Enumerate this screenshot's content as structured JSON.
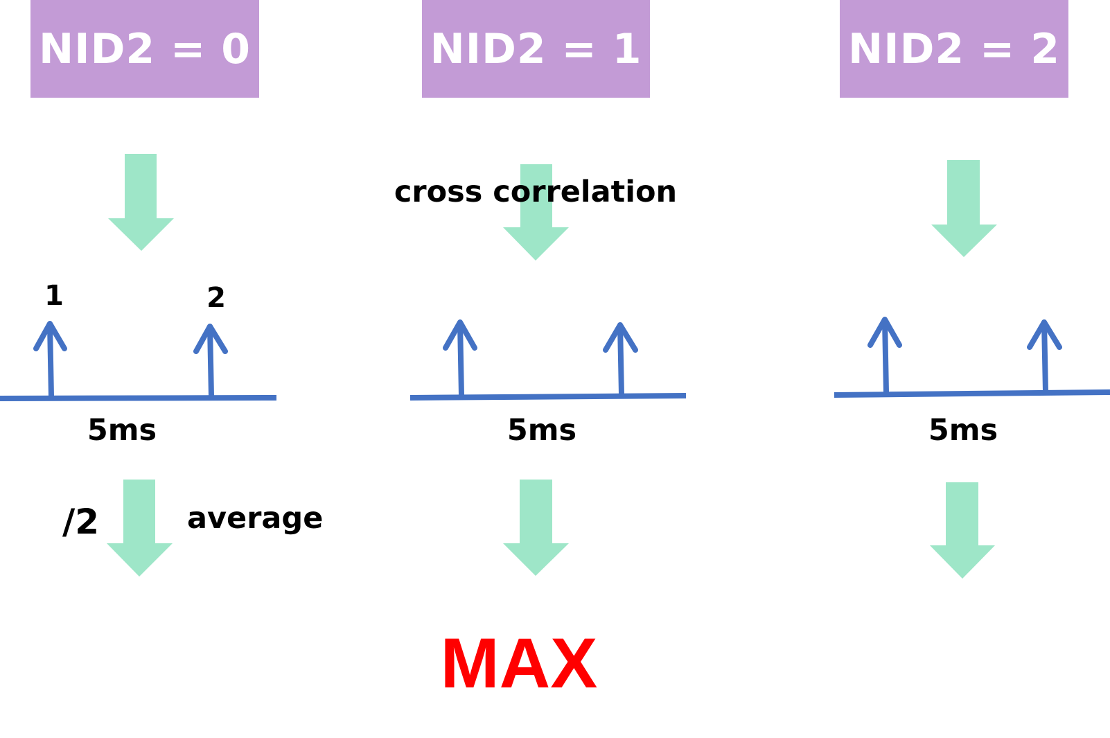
{
  "columns": [
    {
      "title": "NID2 = 0",
      "time_label": "5ms",
      "peak_labels": [
        "1",
        "2"
      ]
    },
    {
      "title": "NID2 = 1",
      "time_label": "5ms",
      "peak_labels": []
    },
    {
      "title": "NID2 = 2",
      "time_label": "5ms",
      "peak_labels": []
    }
  ],
  "annotations": {
    "cross_correlation": "cross correlation",
    "divide": "/2",
    "average": "average"
  },
  "result": {
    "label": "MAX",
    "color": "#ff0000"
  },
  "colors": {
    "box_fill": "#c39bd6",
    "box_text": "#ffffff",
    "arrow_fill": "#9ee6c8",
    "impulse_stroke": "#4472c4"
  }
}
